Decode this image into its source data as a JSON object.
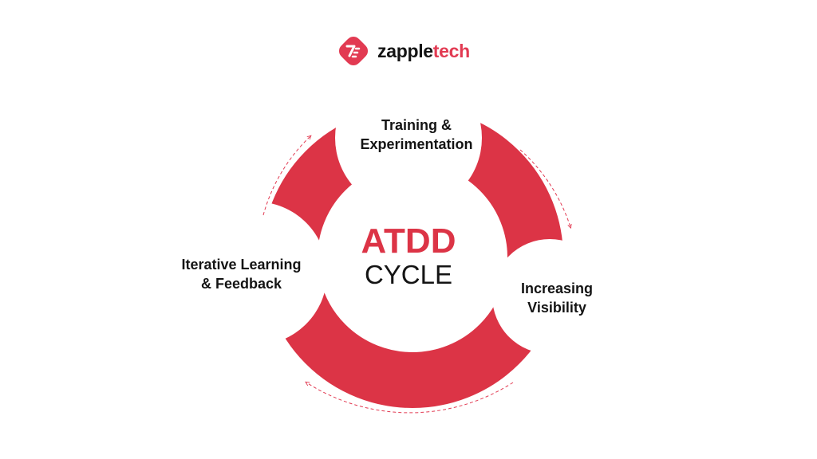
{
  "brand": {
    "name_part1": "zapple",
    "name_part2": "tech",
    "logo_icon": "zappletech-logo-icon",
    "color_accent": "#e23a52",
    "color_ring": "#dc3446"
  },
  "center": {
    "title": "ATDD",
    "subtitle": "CYCLE"
  },
  "stages": [
    {
      "line1": "Training &",
      "line2": "Experimentation"
    },
    {
      "line1": "Increasing",
      "line2": "Visibility"
    },
    {
      "line1": "Iterative Learning",
      "line2": "& Feedback"
    }
  ]
}
